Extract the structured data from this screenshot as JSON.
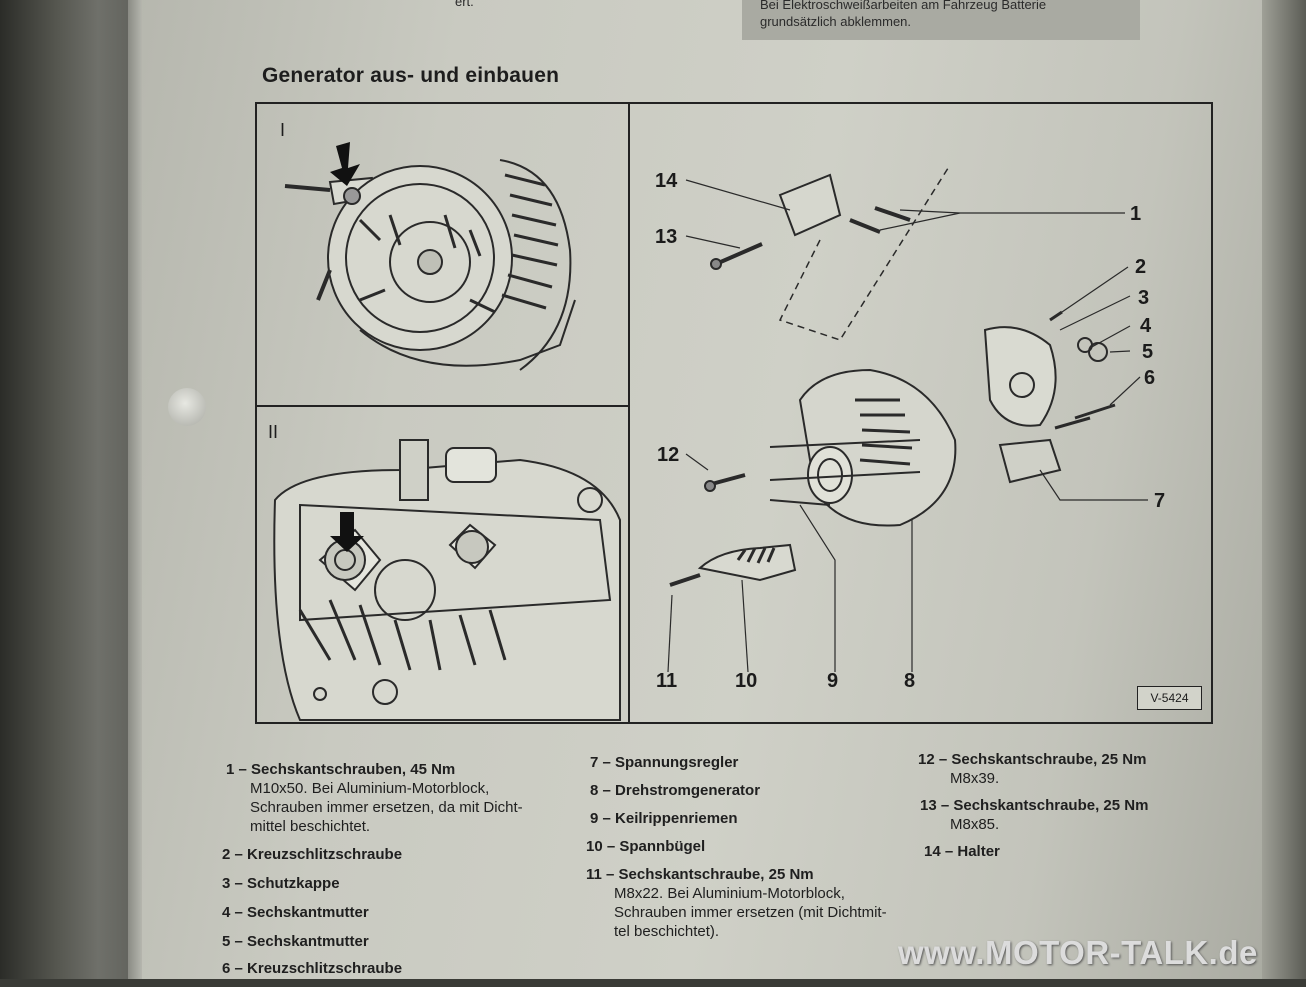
{
  "header": {
    "top_fragment": "ert.",
    "note_lines": [
      "Bei Elektroschweißarbeiten am Fahrzeug Batterie",
      "grundsätzlich abklemmen."
    ]
  },
  "title": "Generator aus- und einbauen",
  "figure": {
    "panel_labels": [
      "I",
      "II"
    ],
    "callouts": [
      "1",
      "2",
      "3",
      "4",
      "5",
      "6",
      "7",
      "8",
      "9",
      "10",
      "11",
      "12",
      "13",
      "14"
    ],
    "ref": "V-5424"
  },
  "legend": {
    "col1": [
      {
        "title": "1 – Sechskantschrauben, 45 Nm",
        "desc": [
          "M10x50.   Bei   Aluminium-Motorblock,",
          "Schrauben immer ersetzen, da mit Dicht-",
          "mittel beschichtet."
        ]
      },
      {
        "title": "2 – Kreuzschlitzschraube"
      },
      {
        "title": "3 – Schutzkappe"
      },
      {
        "title": "4 – Sechskantmutter"
      },
      {
        "title": "5 – Sechskantmutter"
      },
      {
        "title": "6 – Kreuzschlitzschraube"
      }
    ],
    "col2": [
      {
        "title": "7 – Spannungsregler"
      },
      {
        "title": "8 – Drehstromgenerator"
      },
      {
        "title": "9 – Keilrippenriemen"
      },
      {
        "title": "10 – Spannbügel"
      },
      {
        "title": "11 – Sechskantschraube, 25 Nm",
        "desc": [
          "M8x22.    Bei    Aluminium-Motorblock,",
          "Schrauben immer ersetzen (mit Dichtmit-",
          "tel beschichtet)."
        ]
      }
    ],
    "col3": [
      {
        "title": "12 – Sechskantschraube, 25 Nm",
        "desc": [
          "M8x39."
        ]
      },
      {
        "title": "13 – Sechskantschraube, 25 Nm",
        "desc": [
          "M8x85."
        ]
      },
      {
        "title": "14 – Halter"
      }
    ]
  },
  "watermark": "www.MOTOR-TALK.de"
}
